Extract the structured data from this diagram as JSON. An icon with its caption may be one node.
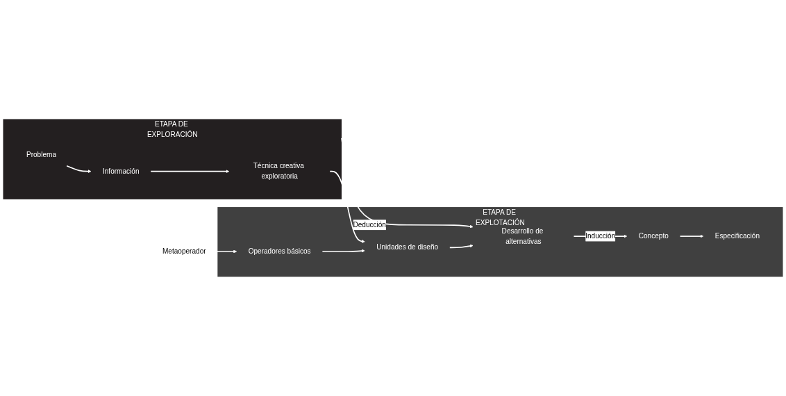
{
  "diagram": {
    "nodes": [
      {
        "text": [
          "ETAPA DE EXPLORACIÓN"
        ]
      },
      {
        "text": [
          "Problema"
        ],
        "in": 0
      },
      {
        "text": [
          "Información"
        ],
        "in": 0
      },
      {
        "text": [
          "Técnica creativa exploratoria"
        ],
        "in": 0
      },
      {
        "text": [
          "ETAPA DE EXPLOTACIÓN"
        ]
      },
      {
        "text": [
          "Desarrollo de alternativas"
        ],
        "in": 4
      },
      {
        "text": [
          "Concepto"
        ],
        "in": 4
      },
      {
        "text": [
          "Especificación"
        ],
        "in": 4
      },
      {
        "text": [
          "Unidades de diseño"
        ],
        "in": 4
      },
      {
        "text": [
          "Operadores básicos"
        ],
        "in": 4
      }
    ],
    "edges": [
      {
        "from": 1,
        "to": 2,
        "arrow": "to"
      },
      {
        "from": 0,
        "to": 5,
        "arrow": "to",
        "label": "Deducción"
      },
      {
        "from": 5,
        "to": 6,
        "arrow": "to",
        "label": "Inducción"
      },
      {
        "from": 2,
        "to": 3,
        "arrow": "to"
      },
      {
        "from": 6,
        "to": 7,
        "arrow": "to"
      },
      {
        "from": 8,
        "to": 5,
        "arrow": "to"
      },
      {
        "from": 3,
        "to": 8,
        "arrow": "to"
      },
      {
        "from": null,
        "to": 9,
        "arrow": "to",
        "label": "Metaoperador"
      },
      {
        "from": 9,
        "to": 8,
        "arrow": "to"
      }
    ]
  }
}
